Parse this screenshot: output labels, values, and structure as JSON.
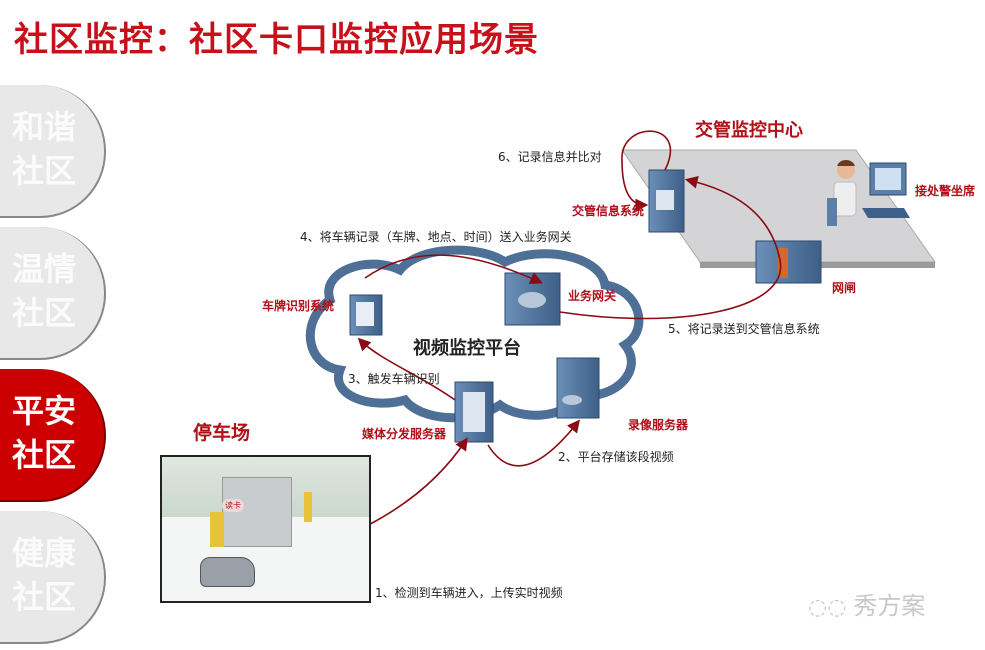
{
  "title": "社区监控：社区卡口监控应用场景",
  "sidebar": [
    {
      "line1": "和谐",
      "line2": "社区",
      "active": false
    },
    {
      "line1": "温情",
      "line2": "社区",
      "active": false
    },
    {
      "line1": "平安",
      "line2": "社区",
      "active": true
    },
    {
      "line1": "健康",
      "line2": "社区",
      "active": false
    }
  ],
  "labels": {
    "center": "交管监控中心",
    "traffic_info": "交管信息系统",
    "operator": "接处警坐席",
    "gatekeeper": "网闸",
    "platform": "视频监控平台",
    "plate_recognition": "车牌识别系统",
    "business_gateway": "业务网关",
    "recording_server": "录像服务器",
    "media_server": "媒体分发服务器",
    "parking": "停车场",
    "card_reader": "读卡"
  },
  "steps": {
    "s1": "1、检测到车辆进入，上传实时视频",
    "s2": "2、平台存储该段视频",
    "s3": "3、触发车辆识别",
    "s4": "4、将车辆记录（车牌、地点、时间）送入业务网关",
    "s5": "5、将记录送到交管信息系统",
    "s6": "6、记录信息并比对"
  },
  "watermark": "秀方案",
  "colors": {
    "accent": "#c00000",
    "arrow": "#8b0a14",
    "device": "#4a6d95"
  }
}
